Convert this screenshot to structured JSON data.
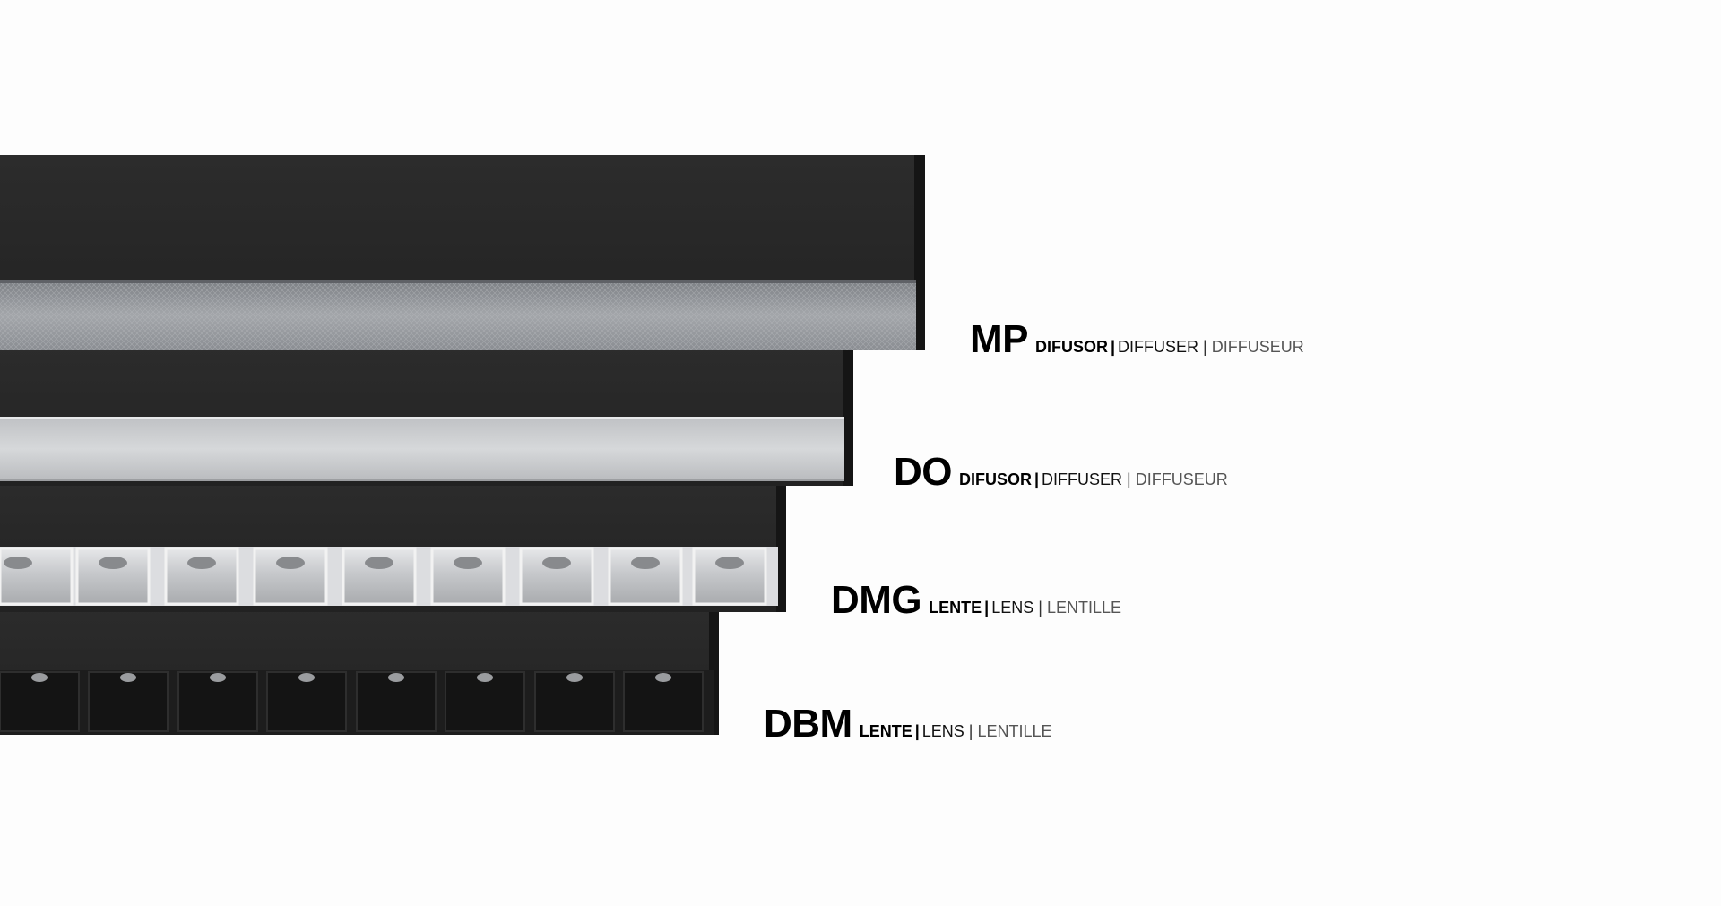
{
  "colors": {
    "background": "#fdfdfd",
    "housing": "#262626",
    "housing_edge": "#151515",
    "diffuser_mp": "#8e9196",
    "diffuser_do": "#c9cbce",
    "lens_cell": "#cfd1d4"
  },
  "products": [
    {
      "code": "MP",
      "term_es": "DIFUSOR",
      "term_en": "DIFFUSER",
      "term_fr": "DIFFUSEUR"
    },
    {
      "code": "DO",
      "term_es": "DIFUSOR",
      "term_en": "DIFFUSER",
      "term_fr": "DIFFUSEUR"
    },
    {
      "code": "DMG",
      "term_es": "LENTE",
      "term_en": "LENS",
      "term_fr": "LENTILLE"
    },
    {
      "code": "DBM",
      "term_es": "LENTE",
      "term_en": "LENS",
      "term_fr": "LENTILLE"
    }
  ]
}
